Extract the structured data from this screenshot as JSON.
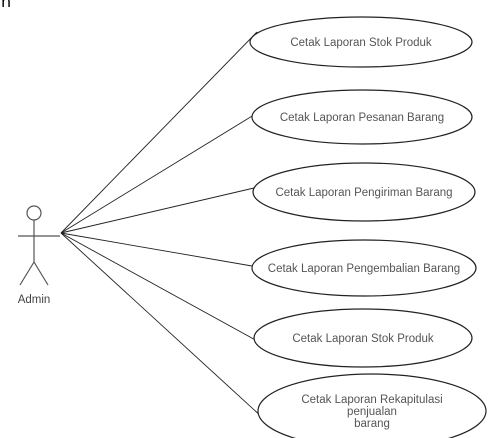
{
  "page_mark": "n",
  "actor": {
    "label": "Admin"
  },
  "use_cases": [
    {
      "lines": [
        "Cetak Laporan Stok Produk"
      ]
    },
    {
      "lines": [
        "Cetak Laporan Pesanan Barang"
      ]
    },
    {
      "lines": [
        "Cetak Laporan Pengiriman Barang"
      ]
    },
    {
      "lines": [
        "Cetak Laporan Pengembalian Barang"
      ]
    },
    {
      "lines": [
        "Cetak Laporan Stok Produk"
      ]
    },
    {
      "lines": [
        "Cetak Laporan Rekapitulasi",
        "penjualan",
        "barang"
      ]
    }
  ]
}
